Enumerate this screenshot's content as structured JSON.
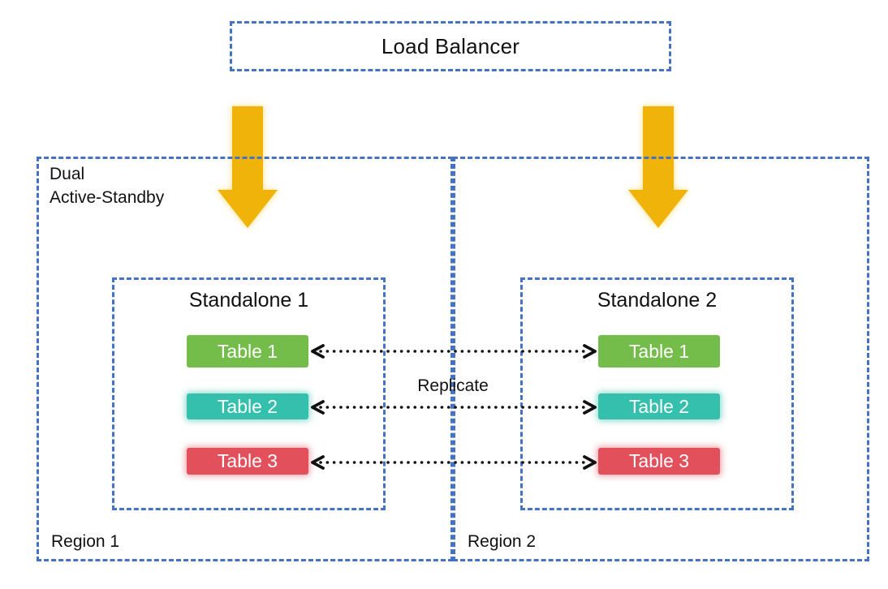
{
  "load_balancer": {
    "label": "Load Balancer"
  },
  "group_label": {
    "line1": "Dual",
    "line2": "Active-Standby"
  },
  "replicate_label": "Replicate",
  "regions": [
    {
      "label": "Region 1",
      "standalone": {
        "title": "Standalone 1",
        "tables": [
          "Table 1",
          "Table 2",
          "Table 3"
        ]
      }
    },
    {
      "label": "Region 2",
      "standalone": {
        "title": "Standalone 2",
        "tables": [
          "Table 1",
          "Table 2",
          "Table 3"
        ]
      }
    }
  ],
  "icons": {
    "flow_arrow": "down-arrow-icon",
    "replication_arrow": "double-headed-dotted-arrow-icon"
  },
  "colors": {
    "dashed_border_blue": "#4472C4",
    "arrow_gold": "#F0B30A",
    "table1_green": "#74BD4B",
    "table2_teal": "#35BFAD",
    "table3_red": "#E2505C",
    "connector_black": "#111111",
    "text_black": "#111111",
    "background": "#FFFFFF"
  }
}
